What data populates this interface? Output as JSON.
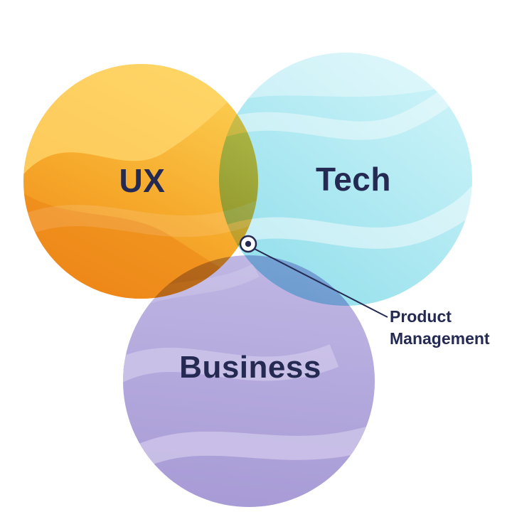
{
  "diagram": {
    "type": "venn",
    "circles": {
      "ux": {
        "label": "UX",
        "color_light": "#FBCE51",
        "color_dark": "#EF8A1C"
      },
      "tech": {
        "label": "Tech",
        "color_light": "#C9F2F8",
        "color_dark": "#96E0EC"
      },
      "business": {
        "label": "Business",
        "color_light": "#BFB6E3",
        "color_dark": "#A89BD6"
      }
    },
    "intersection": {
      "annotation_line1": "Product",
      "annotation_line2": "Management"
    },
    "colors": {
      "text": "#252A52",
      "background": "#FFFFFF"
    }
  }
}
